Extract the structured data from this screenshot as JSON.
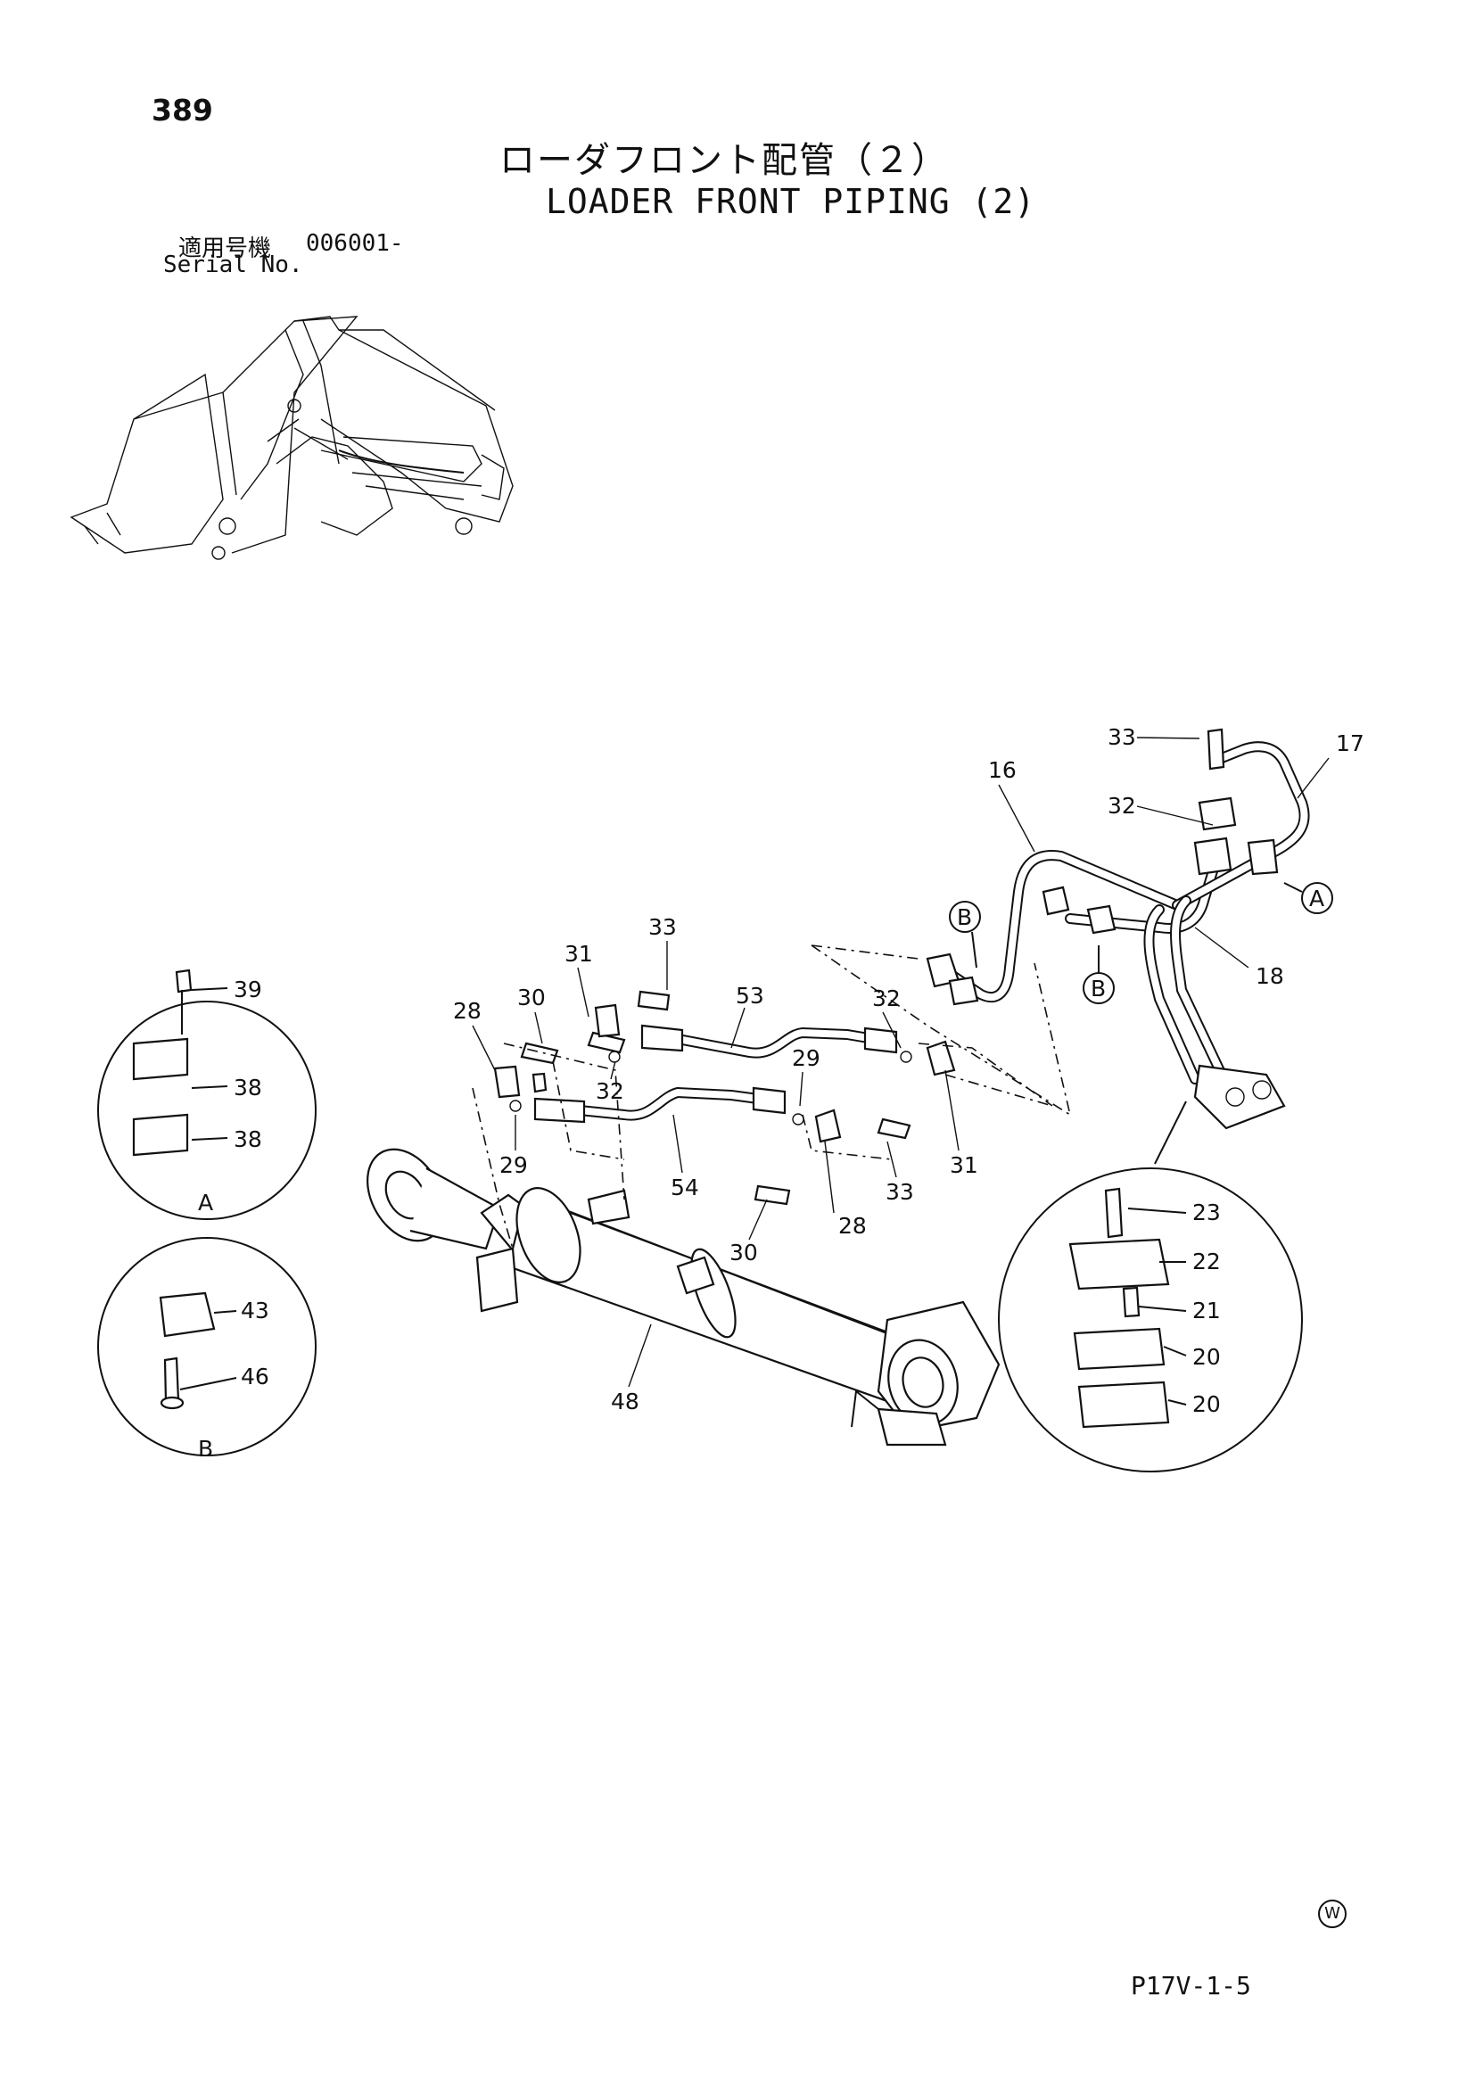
{
  "page_number": "389",
  "title_ja": "ローダフロント配管（２）",
  "title_en": "LOADER FRONT PIPING (2)",
  "serial": {
    "label_ja": "適用号機",
    "value": "006001-",
    "label_en": "Serial No."
  },
  "watermark_symbol": "W",
  "footer_code": "P17V-1-5",
  "detail_views": {
    "A": "A",
    "B": "B"
  },
  "callouts": {
    "c16": "16",
    "c17": "17",
    "c18": "18",
    "c20a": "20",
    "c20b": "20",
    "c21": "21",
    "c22": "22",
    "c23": "23",
    "c28a": "28",
    "c28b": "28",
    "c29a": "29",
    "c29b": "29",
    "c30a": "30",
    "c30b": "30",
    "c31a": "31",
    "c31b": "31",
    "c32a": "32",
    "c32b": "32",
    "c32c": "32",
    "c33a": "33",
    "c33b": "33",
    "c33c": "33",
    "c38a": "38",
    "c38b": "38",
    "c39": "39",
    "c43": "43",
    "c46": "46",
    "c48": "48",
    "c53": "53",
    "c54": "54"
  }
}
